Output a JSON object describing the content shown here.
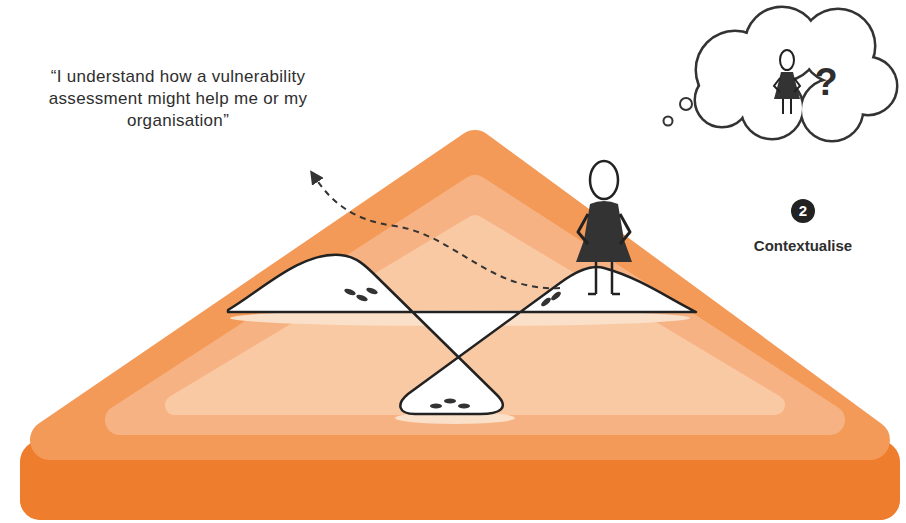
{
  "diagram": {
    "labels": [
      "“I understand how a vulnerability assessment might help me or my organisation”",
      "2",
      "Contextualise",
      "?"
    ]
  }
}
